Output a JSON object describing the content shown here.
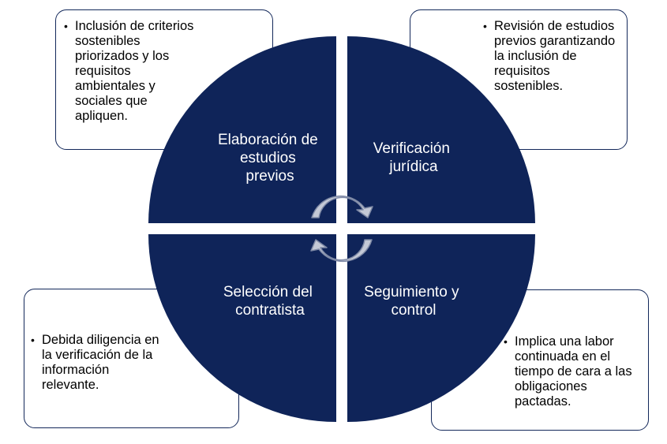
{
  "quadrants": [
    {
      "id": "top-left",
      "lines": [
        "Elaboración de",
        "estudios",
        "previos"
      ]
    },
    {
      "id": "top-right",
      "lines": [
        "Verificación",
        "jurídica"
      ]
    },
    {
      "id": "bottom-left",
      "lines": [
        "Selección del",
        "contratista"
      ]
    },
    {
      "id": "bottom-right",
      "lines": [
        "Seguimiento y",
        "control"
      ]
    }
  ],
  "notes": {
    "top_left": "Inclusión de criterios sostenibles priorizados y los requisitos ambientales y sociales que apliquen.",
    "top_right": "Revisión de estudios previos garantizando la inclusión de requisitos sostenibles.",
    "bottom_left": "Debida diligencia en la verificación de la información relevante.",
    "bottom_right": "Implica una labor continuada en el tiempo de cara a las obligaciones pactadas."
  },
  "colors": {
    "quadrant_fill": "#0f2459",
    "note_border": "#13285a",
    "arrow_fill": "#c4c9d6",
    "arrow_stroke": "#7f8aa6",
    "text_on_dark": "#ffffff"
  },
  "icons": {
    "cycle_arrows": "circular-arrows-icon",
    "bullet": "bullet-icon"
  }
}
